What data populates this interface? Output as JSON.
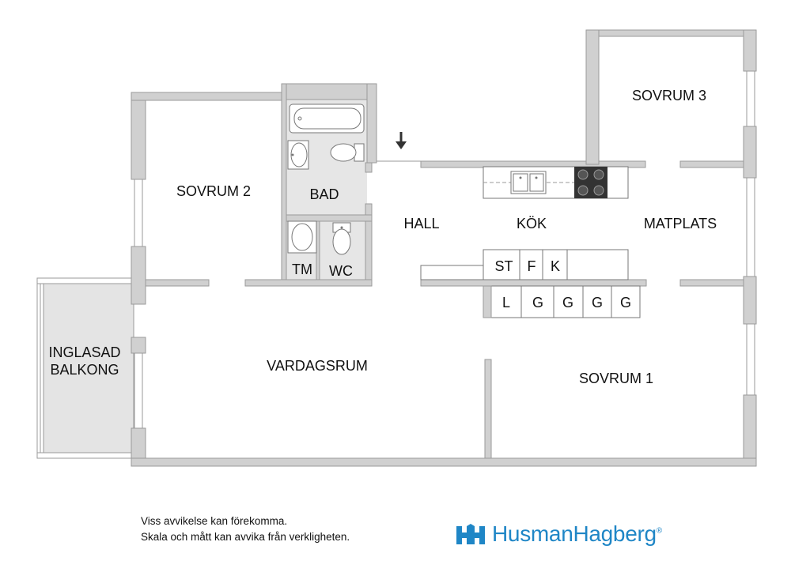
{
  "rooms": {
    "sovrum2": "SOVRUM 2",
    "bad": "BAD",
    "tm": "TM",
    "wc": "WC",
    "hall": "HALL",
    "kok": "KÖK",
    "matplats": "MATPLATS",
    "sovrum3": "SOVRUM 3",
    "vardagsrum": "VARDAGSRUM",
    "sovrum1": "SOVRUM 1",
    "balkong_line1": "INGLASAD",
    "balkong_line2": "BALKONG"
  },
  "kitchen": {
    "st": "ST",
    "f": "F",
    "k": "K"
  },
  "wardrobes": [
    "L",
    "G",
    "G",
    "G",
    "G"
  ],
  "disclaimer": {
    "line1": "Viss avvikelse kan förekomma.",
    "line2": "Skala och mått kan avvika från verkligheten."
  },
  "brand": {
    "name": "HusmanHagberg",
    "mark": "®",
    "color": "#1f86c6"
  },
  "colors": {
    "wall": "#d0d0d0",
    "wall_edge": "#9a9a9a",
    "wet_room": "#e6e6e6",
    "balcony": "#e4e4e4",
    "stove": "#333333"
  },
  "icons": {
    "entrance": "entrance-arrow-icon",
    "logo": "husmanhagberg-logo-icon"
  }
}
